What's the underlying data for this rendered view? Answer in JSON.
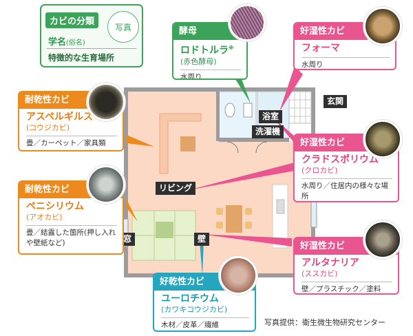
{
  "legend": {
    "category": "カビの分類",
    "photo": "写真",
    "name": "学名",
    "alias": "(俗名)",
    "place": "特徴的な生育場所"
  },
  "rooms": {
    "bath": "浴室",
    "washer": "洗濯機",
    "entrance": "玄関",
    "living": "リビング",
    "window": "窓",
    "wall": "壁"
  },
  "cards": {
    "yeast": {
      "category": "酵母",
      "name": "ロドトルラ",
      "mark": "※",
      "alias": "(赤色酵母)",
      "place": "水周り"
    },
    "fusarium": {
      "category": "好湿性カビ",
      "name": "フォーマ",
      "place": "水周り"
    },
    "aspergillus": {
      "category": "耐乾性カビ",
      "name": "アスペルギルス",
      "alias": "(コウジカビ)",
      "place": "畳／カーペット／家具類"
    },
    "cladosporium": {
      "category": "好湿性カビ",
      "name": "クラドスポリウム",
      "alias": "(クロカビ)",
      "place": "水周り／住居内の様々な場所"
    },
    "penicillium": {
      "category": "耐乾性カビ",
      "name": "ペニシリウム",
      "alias": "(アオカビ)",
      "place": "畳／結露した箇所(押し入れや壁紙など)"
    },
    "alternaria": {
      "category": "好湿性カビ",
      "name": "アルタナリア",
      "alias": "(ススカビ)",
      "place": "壁／プラスチック／塗料"
    },
    "eurotium": {
      "category": "好乾性カビ",
      "name": "ユーロチウム",
      "alias": "(カワキコウジカビ)",
      "place": "木材／皮革／繊維"
    }
  },
  "credit": "写真提供：衛生微生物研究センター",
  "colors": {
    "orange": "#ed8a1e",
    "pink": "#e8558f",
    "green": "#3da35a",
    "teal": "#26a6be",
    "floor": "#fcd9c4"
  }
}
